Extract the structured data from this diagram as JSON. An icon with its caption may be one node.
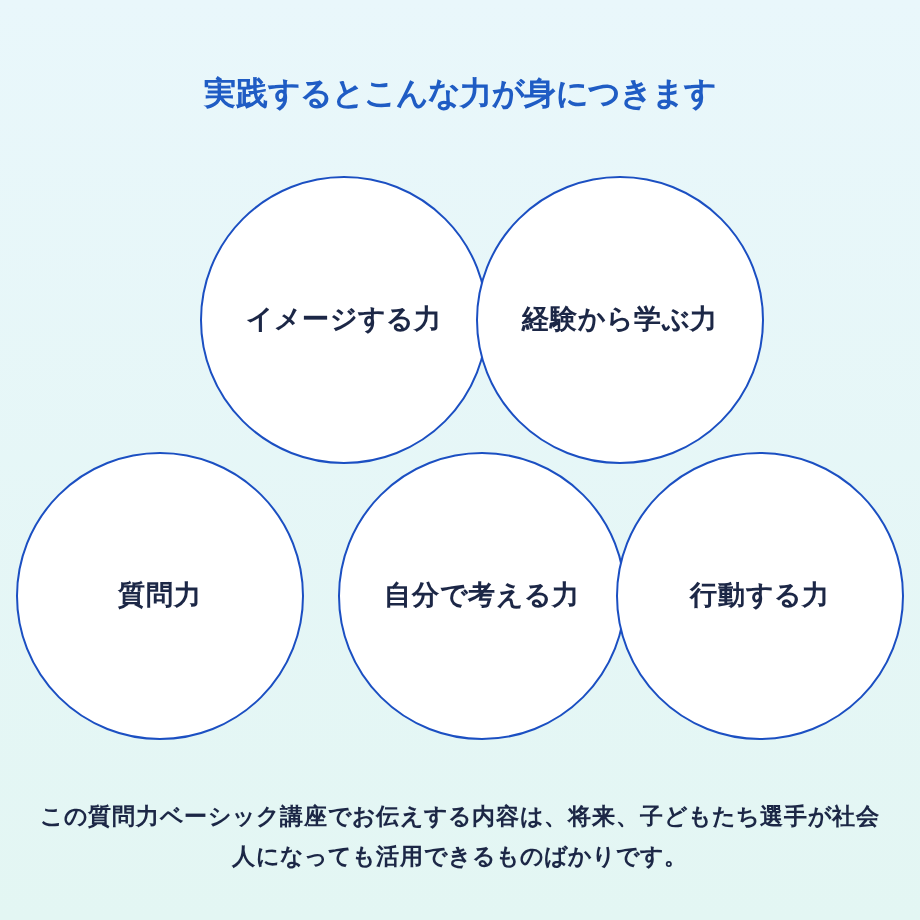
{
  "diagram": {
    "title": "実践するとこんな力が身につきます",
    "caption": "この質問力ベーシック講座でお伝えする内容は、将来、子どもたち選手が社会人になっても活用できるものばかりです。",
    "nodes": [
      {
        "text": [
          "イメージする力"
        ]
      },
      {
        "text": [
          "経験から学ぶ力"
        ]
      },
      {
        "text": [
          "質問力"
        ]
      },
      {
        "text": [
          "自分で考える力"
        ]
      },
      {
        "text": [
          "行動する力"
        ]
      }
    ]
  }
}
